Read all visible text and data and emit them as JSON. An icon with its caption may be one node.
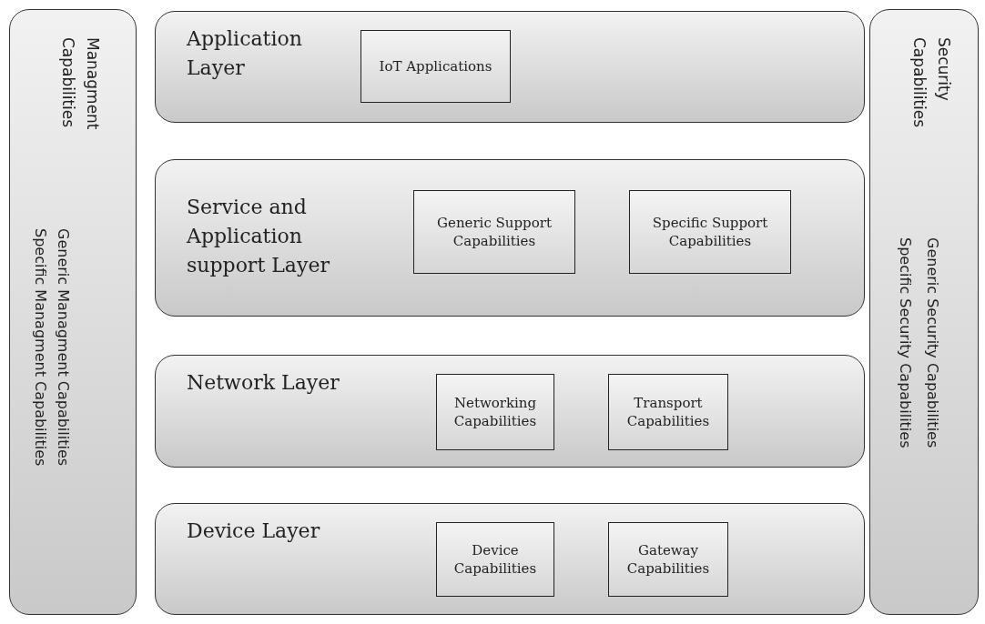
{
  "diagram": {
    "nodes": [
      {
        "text": [
          "Managment Capabilities",
          "Generic Managment Capabilities",
          "Specific Managment Capabilities"
        ]
      },
      {
        "text": [
          "Application Layer"
        ]
      },
      {
        "text": [
          "IoT Applications"
        ],
        "in": 1
      },
      {
        "text": [
          "Service and Application support Layer"
        ]
      },
      {
        "text": [
          "Generic Support Capabilities"
        ],
        "in": 3
      },
      {
        "text": [
          "Specific Support Capabilities"
        ],
        "in": 3
      },
      {
        "text": [
          "Network Layer"
        ]
      },
      {
        "text": [
          "Networking Capabilities"
        ],
        "in": 6
      },
      {
        "text": [
          "Transport Capabilities"
        ],
        "in": 6
      },
      {
        "text": [
          "Device Layer"
        ]
      },
      {
        "text": [
          "Device Capabilities"
        ],
        "in": 9
      },
      {
        "text": [
          "Gateway Capabilities"
        ],
        "in": 9
      },
      {
        "text": [
          "Security Capabilities",
          "Generic Security Capabilities",
          "Specific Security Capabilities"
        ]
      }
    ]
  }
}
